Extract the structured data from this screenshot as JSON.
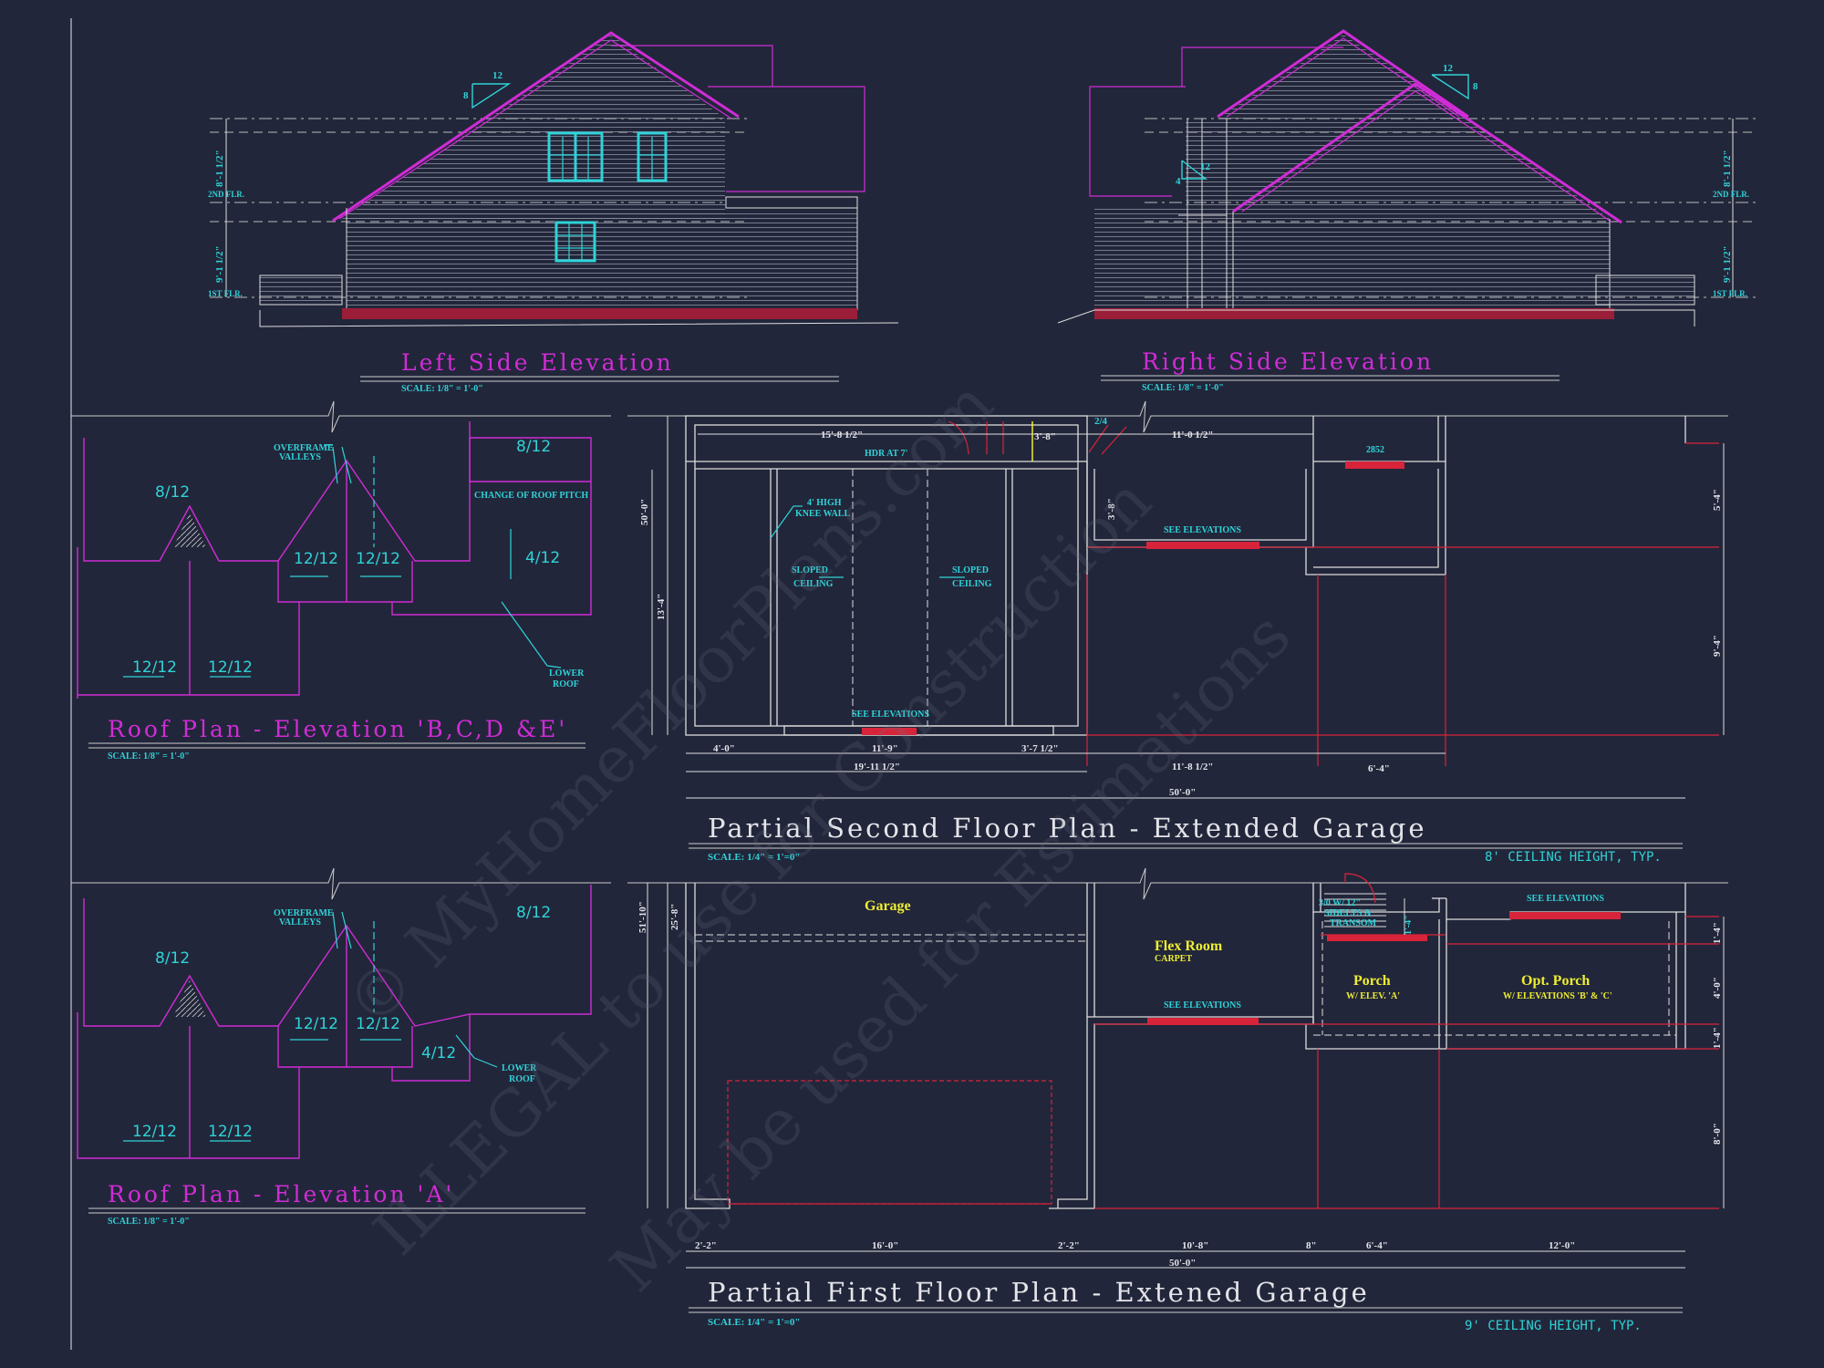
{
  "colors": {
    "bg": "#22263a",
    "white": "#e4e4ea",
    "magenta": "#d02cd6",
    "cyan": "#2fd3d8",
    "red": "#d8243a",
    "yellow": "#eeee33"
  },
  "elevations": {
    "left": {
      "title": "Left Side Elevation",
      "scale": "SCALE: 1/8\" = 1'-0\"",
      "pitch_rise": "8",
      "pitch_run": "12",
      "dim_upper": "8'-1 1/2\"",
      "dim_lower": "9'-1 1/2\"",
      "second_floor": "2ND FLR.",
      "first_floor": "1ST FLR."
    },
    "right": {
      "title": "Right Side Elevation",
      "scale": "SCALE: 1/8\" = 1'-0\"",
      "pitch_rise": "8",
      "pitch_run": "12",
      "small_pitch_rise": "4",
      "small_pitch_run": "12",
      "dim_upper": "8'-1 1/2\"",
      "dim_lower": "9'-1 1/2\"",
      "second_floor": "2ND FLR.",
      "first_floor": "1ST FLR."
    }
  },
  "roof_bcde": {
    "title": "Roof Plan - Elevation 'B,C,D &E'",
    "scale": "SCALE: 1/8\" = 1'-0\"",
    "overframe": "OVERFRAME",
    "valleys": "VALLEYS",
    "pitch_a": "8/12",
    "pitch_b": "8/12",
    "change_pitch": "CHANGE OF ROOF PITCH",
    "pitch_c": "4/12",
    "pitch_d": "12/12",
    "pitch_e": "12/12",
    "pitch_f": "12/12",
    "pitch_g": "12/12",
    "lower": "LOWER",
    "roof": "ROOF"
  },
  "roof_a": {
    "title": "Roof Plan - Elevation 'A'",
    "scale": "SCALE: 1/8\" = 1'-0\"",
    "overframe": "OVERFRAME",
    "valleys": "VALLEYS",
    "pitch_a": "8/12",
    "pitch_b": "8/12",
    "pitch_c": "4/12",
    "pitch_d": "12/12",
    "pitch_e": "12/12",
    "pitch_f": "12/12",
    "pitch_g": "12/12",
    "lower": "LOWER",
    "roof": "ROOF"
  },
  "second_floor": {
    "title": "Partial Second Floor Plan - Extended Garage",
    "scale": "SCALE: 1/4\" = 1'=0\"",
    "ceiling": "8' CEILING HEIGHT, TYP.",
    "dim_top1": "15'-8 1/2\"",
    "dim_top2": "3'-8\"",
    "dim_top3": "2/4",
    "dim_top4": "11'-0 1/2\"",
    "hdr": "HDR AT 7'",
    "knee1": "4' HIGH",
    "knee2": "KNEE WALL",
    "sloped": "SLOPED",
    "ceiling_word": "CEILING",
    "sloped2": "SLOPED",
    "ceiling_word2": "CEILING",
    "see_elev_a": "SEE ELEVATIONS",
    "see_elev_b": "SEE ELEVATIONS",
    "window": "2852",
    "dim_3_8": "3'-8\"",
    "dim_left_a": "50'-0\"",
    "dim_left_b": "13'-4\"",
    "dim_right_a": "5'-4\"",
    "dim_right_b": "9'-4\"",
    "dim_b1": "4'-0\"",
    "dim_b2": "11'-9\"",
    "dim_b3": "3'-7 1/2\"",
    "dim_b4": "19'-11 1/2\"",
    "dim_b5": "11'-8 1/2\"",
    "dim_b6": "6'-4\"",
    "dim_total": "50'-0\""
  },
  "first_floor": {
    "title": "Partial First Floor Plan - Extened Garage",
    "scale": "SCALE: 1/4\" = 1'=0\"",
    "ceiling": "9' CEILING HEIGHT, TYP.",
    "garage": "Garage",
    "flex": "Flex Room",
    "carpet": "CARPET",
    "porch": "Porch",
    "porch_sub": "W/ ELEV. 'A'",
    "opt_porch": "Opt. Porch",
    "opt_porch_sub": "W/ ELEVATIONS 'B' & 'C'",
    "door1": "3/0 W/ 12\"",
    "door2": "SIDELTS &",
    "door3": "TRANSOM",
    "see_elev_a": "SEE ELEVATIONS",
    "see_elev_b": "SEE ELEVATIONS",
    "dim_left_a": "51'-10\"",
    "dim_left_b": "25'-8\"",
    "dim_stoop": "1'-4\"",
    "dim_right_a": "1'-4\"",
    "dim_right_b": "4'-0\"",
    "dim_right_c": "1'-4\"",
    "dim_right_d": "8'-0\"",
    "dim_b1": "2'-2\"",
    "dim_b2": "16'-0\"",
    "dim_b3": "2'-2\"",
    "dim_b4": "10'-8\"",
    "dim_b5": "8\"",
    "dim_b6": "6'-4\"",
    "dim_b7": "12'-0\"",
    "dim_total": "50'-0\""
  },
  "watermark": {
    "line1": "© MyHomeFloorPlans.com",
    "line2": "ILLEGAL to use for Construction",
    "line3": "May be used for Estimations"
  }
}
